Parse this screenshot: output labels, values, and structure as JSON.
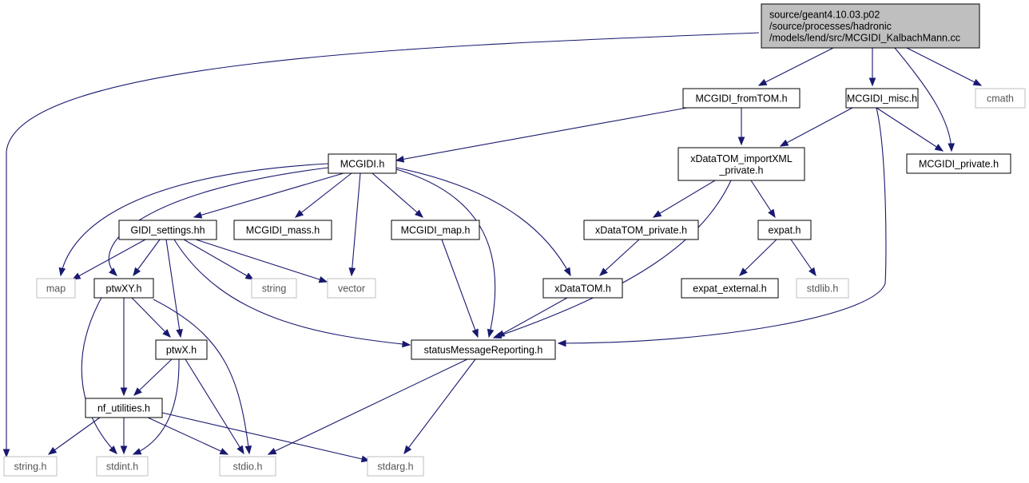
{
  "graph": {
    "nodes": [
      {
        "id": "root",
        "kind": "root",
        "lines": [
          "source/geant4.10.03.p02",
          "/source/processes/hadronic",
          "/models/lend/src/MCGIDI_KalbachMann.cc"
        ]
      },
      {
        "id": "fromTOM",
        "kind": "local",
        "lines": [
          "MCGIDI_fromTOM.h"
        ]
      },
      {
        "id": "misc",
        "kind": "local",
        "lines": [
          "MCGIDI_misc.h"
        ]
      },
      {
        "id": "cmath",
        "kind": "external",
        "lines": [
          "cmath"
        ]
      },
      {
        "id": "mcgidi",
        "kind": "local",
        "lines": [
          "MCGIDI.h"
        ]
      },
      {
        "id": "importXML",
        "kind": "local",
        "lines": [
          "xDataTOM_importXML",
          "_private.h"
        ]
      },
      {
        "id": "private",
        "kind": "local",
        "lines": [
          "MCGIDI_private.h"
        ]
      },
      {
        "id": "gidiSettings",
        "kind": "local",
        "lines": [
          "GIDI_settings.hh"
        ]
      },
      {
        "id": "mass",
        "kind": "local",
        "lines": [
          "MCGIDI_mass.h"
        ]
      },
      {
        "id": "mapH",
        "kind": "local",
        "lines": [
          "MCGIDI_map.h"
        ]
      },
      {
        "id": "xdPrivate",
        "kind": "local",
        "lines": [
          "xDataTOM_private.h"
        ]
      },
      {
        "id": "expat",
        "kind": "local",
        "lines": [
          "expat.h"
        ]
      },
      {
        "id": "map",
        "kind": "external",
        "lines": [
          "map"
        ]
      },
      {
        "id": "ptwXY",
        "kind": "local",
        "lines": [
          "ptwXY.h"
        ]
      },
      {
        "id": "string",
        "kind": "external",
        "lines": [
          "string"
        ]
      },
      {
        "id": "vector",
        "kind": "external",
        "lines": [
          "vector"
        ]
      },
      {
        "id": "xDataTOM",
        "kind": "local",
        "lines": [
          "xDataTOM.h"
        ]
      },
      {
        "id": "expatExternal",
        "kind": "local",
        "lines": [
          "expat_external.h"
        ]
      },
      {
        "id": "stdlib",
        "kind": "external",
        "lines": [
          "stdlib.h"
        ]
      },
      {
        "id": "ptwX",
        "kind": "local",
        "lines": [
          "ptwX.h"
        ]
      },
      {
        "id": "statusMsg",
        "kind": "local",
        "lines": [
          "statusMessageReporting.h"
        ]
      },
      {
        "id": "nfUtil",
        "kind": "local",
        "lines": [
          "nf_utilities.h"
        ]
      },
      {
        "id": "stringH",
        "kind": "external",
        "lines": [
          "string.h"
        ]
      },
      {
        "id": "stdint",
        "kind": "external",
        "lines": [
          "stdint.h"
        ]
      },
      {
        "id": "stdio",
        "kind": "external",
        "lines": [
          "stdio.h"
        ]
      },
      {
        "id": "stdarg",
        "kind": "external",
        "lines": [
          "stdarg.h"
        ]
      }
    ],
    "edges": [
      [
        "root",
        "stringH"
      ],
      [
        "root",
        "fromTOM"
      ],
      [
        "root",
        "misc"
      ],
      [
        "root",
        "private"
      ],
      [
        "root",
        "cmath"
      ],
      [
        "fromTOM",
        "mcgidi"
      ],
      [
        "fromTOM",
        "importXML"
      ],
      [
        "misc",
        "importXML"
      ],
      [
        "misc",
        "private"
      ],
      [
        "misc",
        "statusMsg"
      ],
      [
        "mcgidi",
        "map"
      ],
      [
        "mcgidi",
        "ptwXY"
      ],
      [
        "mcgidi",
        "gidiSettings"
      ],
      [
        "mcgidi",
        "mass"
      ],
      [
        "mcgidi",
        "vector"
      ],
      [
        "mcgidi",
        "mapH"
      ],
      [
        "mcgidi",
        "statusMsg"
      ],
      [
        "mcgidi",
        "xDataTOM"
      ],
      [
        "importXML",
        "xdPrivate"
      ],
      [
        "importXML",
        "expat"
      ],
      [
        "importXML",
        "statusMsg"
      ],
      [
        "gidiSettings",
        "map"
      ],
      [
        "gidiSettings",
        "ptwXY"
      ],
      [
        "gidiSettings",
        "ptwX"
      ],
      [
        "gidiSettings",
        "string"
      ],
      [
        "gidiSettings",
        "vector"
      ],
      [
        "gidiSettings",
        "statusMsg"
      ],
      [
        "mapH",
        "statusMsg"
      ],
      [
        "xdPrivate",
        "xDataTOM"
      ],
      [
        "expat",
        "expatExternal"
      ],
      [
        "expat",
        "stdlib"
      ],
      [
        "xDataTOM",
        "statusMsg"
      ],
      [
        "ptwXY",
        "ptwX"
      ],
      [
        "ptwXY",
        "nfUtil"
      ],
      [
        "ptwXY",
        "stdint"
      ],
      [
        "ptwXY",
        "stdio"
      ],
      [
        "ptwX",
        "nfUtil"
      ],
      [
        "ptwX",
        "stdint"
      ],
      [
        "ptwX",
        "stdio"
      ],
      [
        "statusMsg",
        "stdio"
      ],
      [
        "statusMsg",
        "stdarg"
      ],
      [
        "nfUtil",
        "stringH"
      ],
      [
        "nfUtil",
        "stdint"
      ],
      [
        "nfUtil",
        "stdio"
      ],
      [
        "nfUtil",
        "stdarg"
      ]
    ]
  }
}
